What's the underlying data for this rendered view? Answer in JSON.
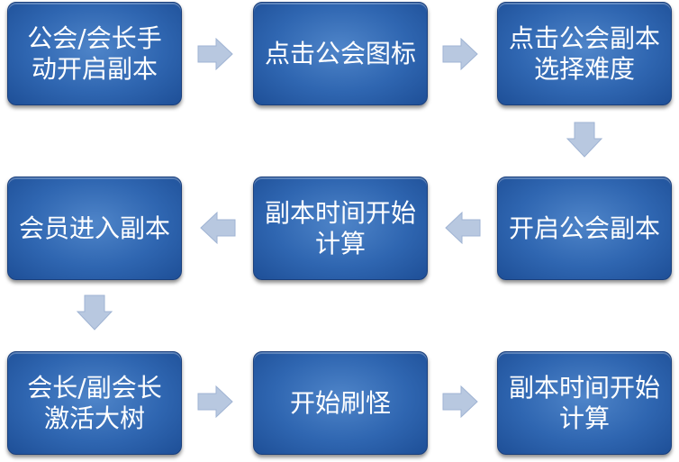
{
  "steps": [
    {
      "text": "公会/会长手动开启副本"
    },
    {
      "text": "点击公会图标"
    },
    {
      "text": "点击公会副本选择难度"
    },
    {
      "text": "开启公会副本"
    },
    {
      "text": "副本时间开始计算"
    },
    {
      "text": "会员进入副本"
    },
    {
      "text": "会长/副会长激活大树"
    },
    {
      "text": "开始刷怪"
    },
    {
      "text": "副本时间开始计算"
    }
  ],
  "colors": {
    "box_fill": "#2f66b1",
    "box_border": "#1a3f7c",
    "arrow_fill": "#b8c8e0",
    "text": "#ffffff"
  }
}
